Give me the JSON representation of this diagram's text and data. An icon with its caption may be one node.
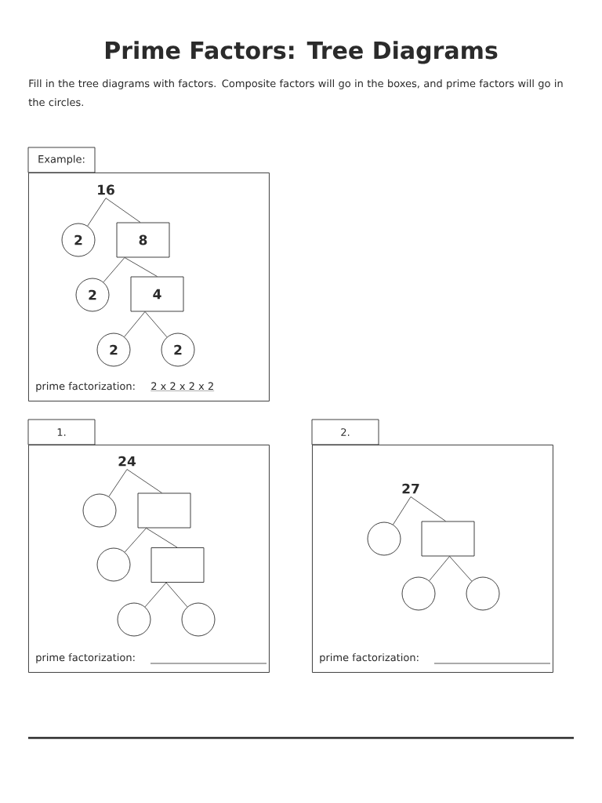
{
  "diagram": {
    "title": "Prime Factors: Tree Diagrams",
    "nodes": [
      {
        "text": [
          "Example:",
          "prime factorization:",
          "2 x 2 x 2 x 2"
        ]
      },
      {
        "text": [
          "16"
        ],
        "in": 0
      },
      {
        "text": [
          "2"
        ],
        "in": 0
      },
      {
        "text": [
          "8"
        ],
        "in": 0
      },
      {
        "text": [
          "2"
        ],
        "in": 0
      },
      {
        "text": [
          "4"
        ],
        "in": 0
      },
      {
        "text": [
          "2"
        ],
        "in": 0
      },
      {
        "text": [
          "2"
        ],
        "in": 0
      },
      {
        "text": [
          "1.",
          "prime factorization:"
        ]
      },
      {
        "text": [
          "24"
        ],
        "in": 8
      },
      {
        "text": [],
        "shape": "circle",
        "in": 8
      },
      {
        "text": [],
        "shape": "box",
        "in": 8
      },
      {
        "text": [],
        "shape": "circle",
        "in": 8
      },
      {
        "text": [],
        "shape": "box",
        "in": 8
      },
      {
        "text": [],
        "shape": "circle",
        "in": 8
      },
      {
        "text": [],
        "shape": "circle",
        "in": 8
      },
      {
        "text": [
          "2.",
          "prime factorization:"
        ]
      },
      {
        "text": [
          "27"
        ],
        "in": 16
      },
      {
        "text": [],
        "shape": "circle",
        "in": 16
      },
      {
        "text": [],
        "shape": "box",
        "in": 16
      },
      {
        "text": [],
        "shape": "circle",
        "in": 16
      },
      {
        "text": [],
        "shape": "circle",
        "in": 16
      }
    ],
    "edges": [
      {
        "from": 1,
        "to": 2,
        "arrow": "none"
      },
      {
        "from": 1,
        "to": 3,
        "arrow": "none"
      },
      {
        "from": 3,
        "to": 4,
        "arrow": "none"
      },
      {
        "from": 3,
        "to": 5,
        "arrow": "none"
      },
      {
        "from": 5,
        "to": 6,
        "arrow": "none"
      },
      {
        "from": 5,
        "to": 7,
        "arrow": "none"
      },
      {
        "from": 9,
        "to": 10,
        "arrow": "none"
      },
      {
        "from": 9,
        "to": 11,
        "arrow": "none"
      },
      {
        "from": 11,
        "to": 12,
        "arrow": "none"
      },
      {
        "from": 11,
        "to": 13,
        "arrow": "none"
      },
      {
        "from": 13,
        "to": 14,
        "arrow": "none"
      },
      {
        "from": 13,
        "to": 15,
        "arrow": "none"
      },
      {
        "from": 17,
        "to": 18,
        "arrow": "none"
      },
      {
        "from": 17,
        "to": 19,
        "arrow": "none"
      },
      {
        "from": 19,
        "to": 20,
        "arrow": "none"
      },
      {
        "from": 19,
        "to": 21,
        "arrow": "none"
      }
    ],
    "labels": [
      "Fill in the tree diagrams with factors. Composite factors will go in the boxes, and prime factors will go in the circles."
    ]
  }
}
